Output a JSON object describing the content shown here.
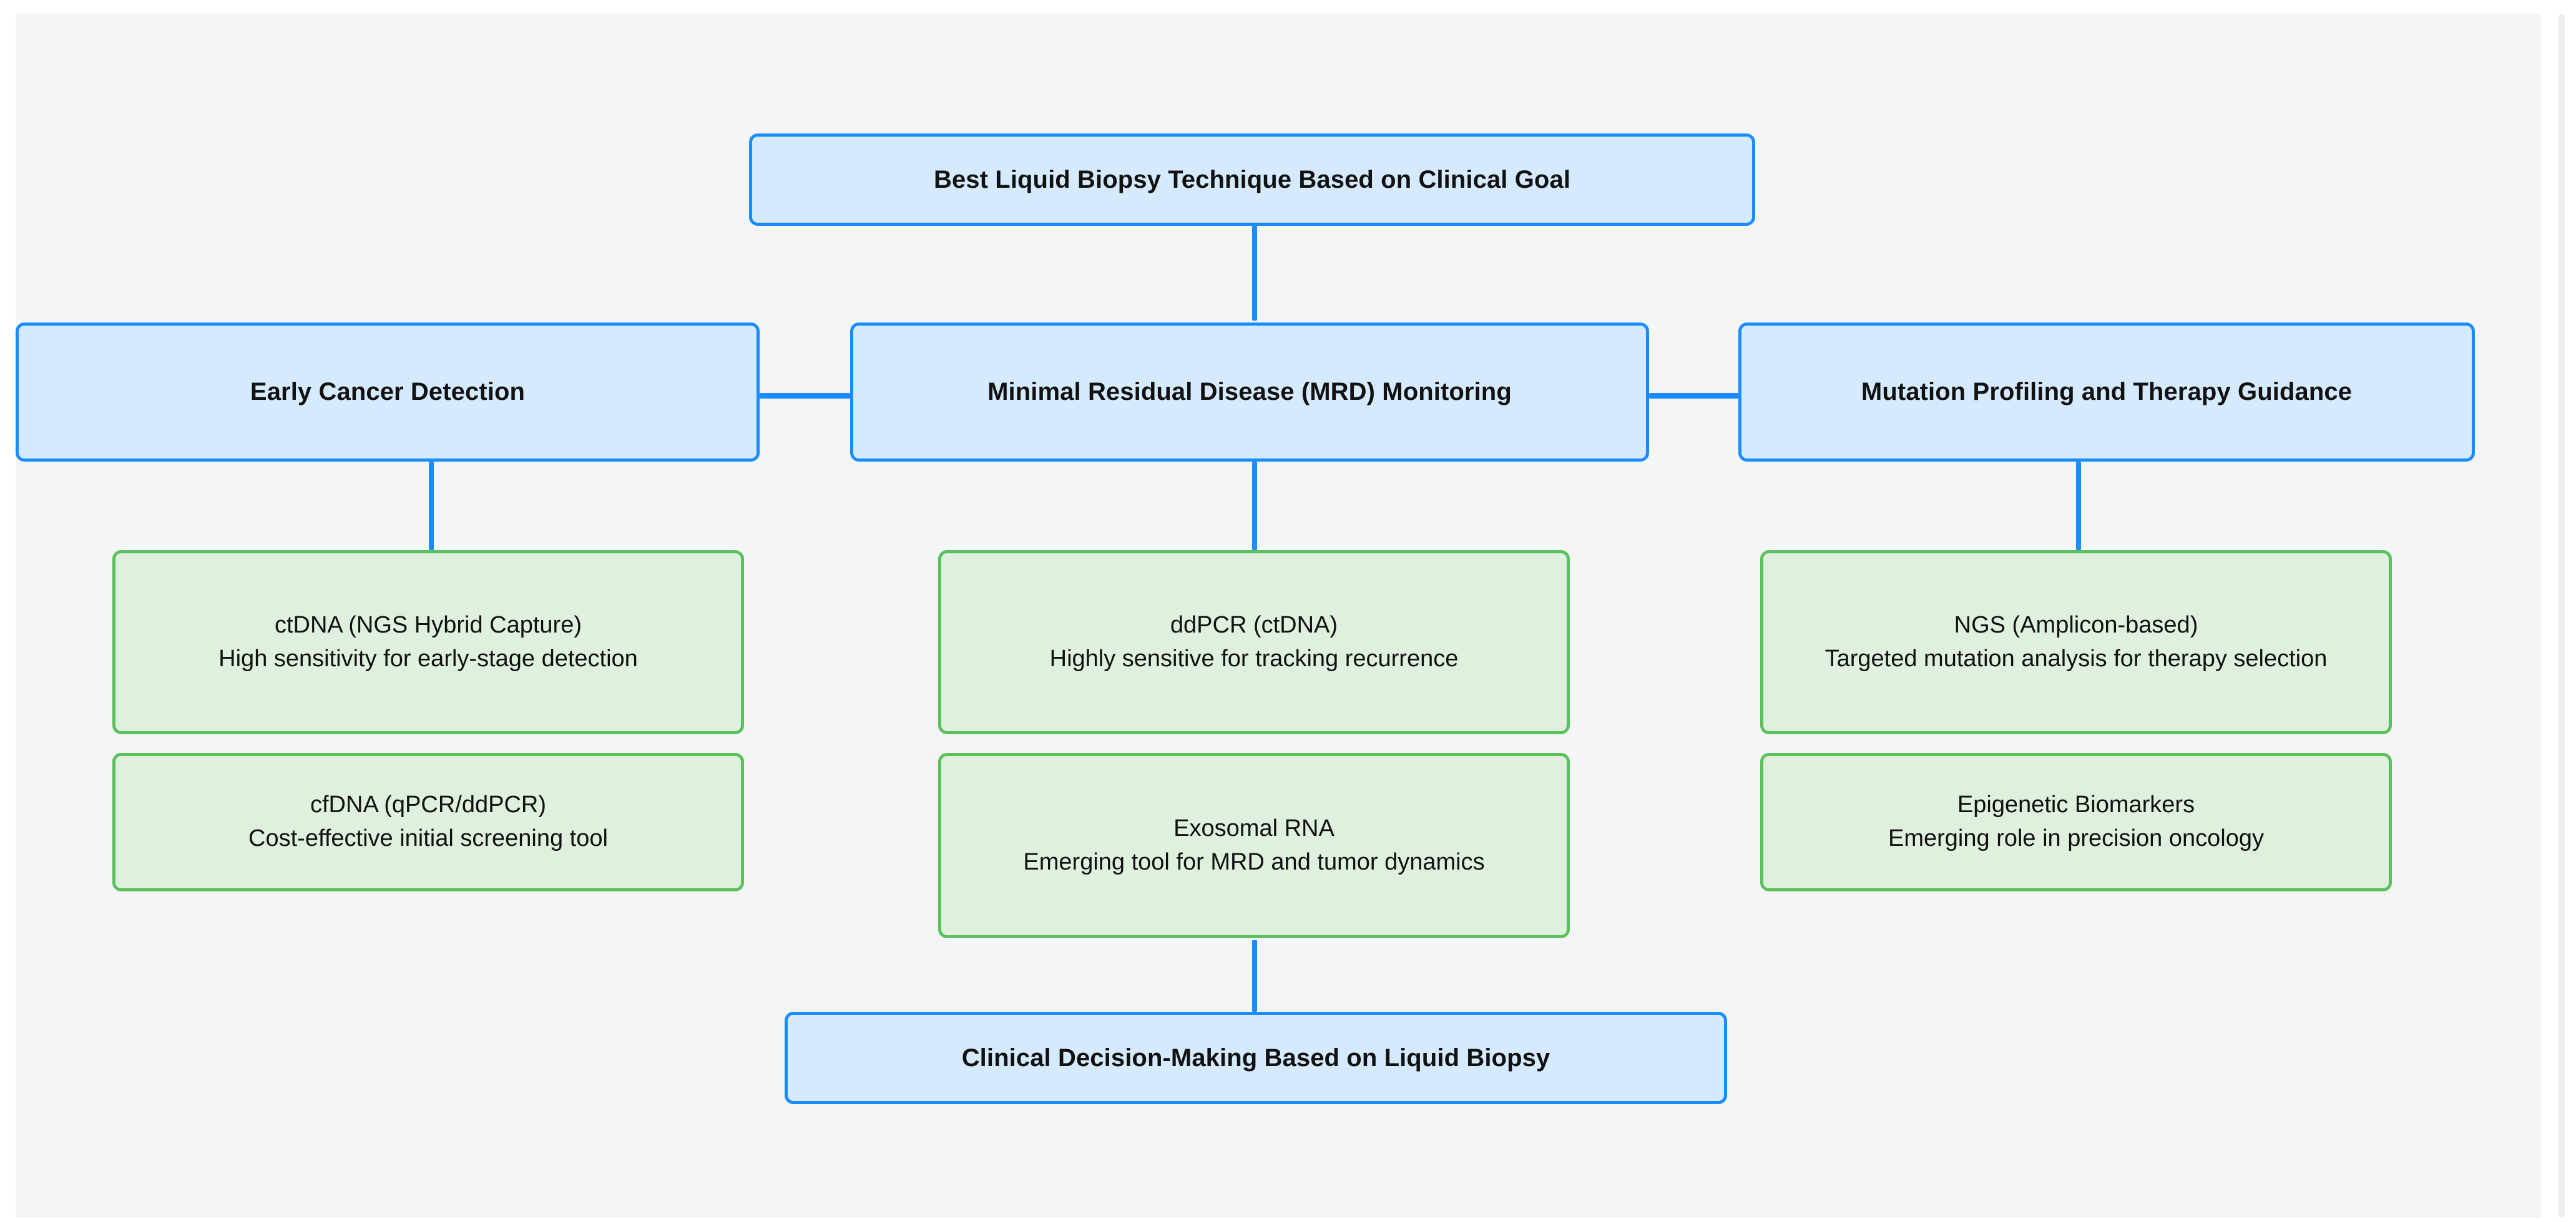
{
  "diagram": {
    "type": "flowchart",
    "orientation": "top-down-with-lateral-links",
    "canvas_background": "#f4f5f6",
    "colors": {
      "blue_node_fill": "#d6eaff",
      "blue_node_border": "#1a8cff",
      "green_node_fill": "#dff0df",
      "green_node_border": "#5bc25b",
      "connector": "#1a8cff",
      "text": "#111111"
    },
    "nodes": {
      "root": {
        "id": "best-technique",
        "label": "Best Liquid Biopsy Technique Based on Clinical Goal",
        "style": "blue"
      },
      "branches": [
        {
          "id": "early-cancer-detection",
          "label": "Early Cancer Detection",
          "style": "blue",
          "children": [
            {
              "id": "ctdna-ngs-hybrid-capture",
              "label": "ctDNA (NGS Hybrid Capture)\nHigh sensitivity for early-stage detection",
              "style": "green"
            },
            {
              "id": "cfdna-qpcr-ddpcr",
              "label": "cfDNA (qPCR/ddPCR)\nCost-effective initial screening tool",
              "style": "green"
            }
          ]
        },
        {
          "id": "mrd-monitoring",
          "label": "Minimal Residual Disease (MRD) Monitoring",
          "style": "blue",
          "children": [
            {
              "id": "ddpcr-ctdna",
              "label": "ddPCR (ctDNA)\nHighly sensitive for tracking recurrence",
              "style": "green"
            },
            {
              "id": "exosomal-rna",
              "label": "Exosomal RNA\nEmerging tool for MRD and tumor dynamics",
              "style": "green"
            }
          ]
        },
        {
          "id": "mutation-profiling-therapy-guidance",
          "label": "Mutation Profiling and Therapy Guidance",
          "style": "blue",
          "children": [
            {
              "id": "ngs-amplicon-based",
              "label": "NGS (Amplicon-based)\nTargeted mutation analysis for therapy selection",
              "style": "green"
            },
            {
              "id": "epigenetic-biomarkers",
              "label": "Epigenetic Biomarkers\nEmerging role in precision oncology",
              "style": "green"
            }
          ]
        }
      ],
      "terminal": {
        "id": "clinical-decision-making",
        "label": "Clinical Decision-Making Based on Liquid Biopsy",
        "style": "blue"
      }
    },
    "edges": [
      {
        "from": "best-technique",
        "to": "mrd-monitoring",
        "kind": "vertical"
      },
      {
        "from": "early-cancer-detection",
        "to": "mrd-monitoring",
        "kind": "horizontal"
      },
      {
        "from": "mrd-monitoring",
        "to": "mutation-profiling-therapy-guidance",
        "kind": "horizontal"
      },
      {
        "from": "early-cancer-detection",
        "to": "ctdna-ngs-hybrid-capture",
        "kind": "vertical"
      },
      {
        "from": "mrd-monitoring",
        "to": "ddpcr-ctdna",
        "kind": "vertical"
      },
      {
        "from": "mutation-profiling-therapy-guidance",
        "to": "ngs-amplicon-based",
        "kind": "vertical"
      },
      {
        "from": "exosomal-rna",
        "to": "clinical-decision-making",
        "kind": "vertical"
      }
    ]
  }
}
